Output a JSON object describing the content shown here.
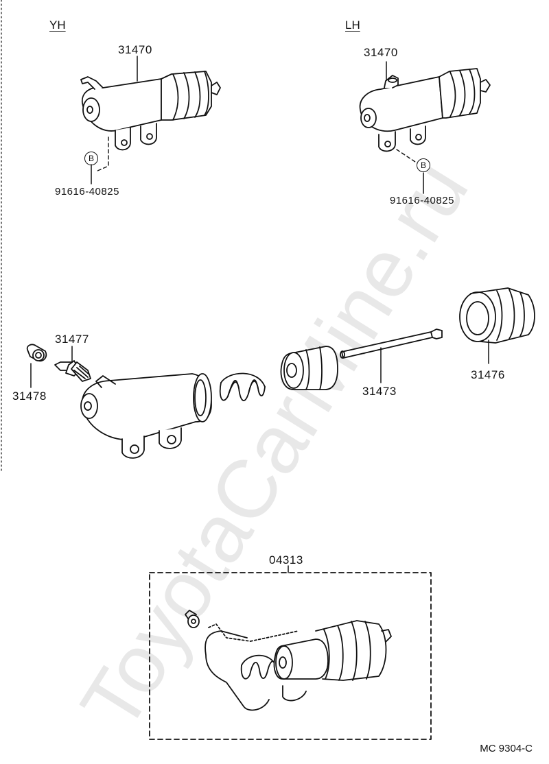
{
  "diagram": {
    "variants": {
      "yh": "YH",
      "lh": "LH"
    },
    "part_labels": {
      "cyl_yh": "31470",
      "cyl_lh": "31470",
      "bolt_yh": "91616-40825",
      "bolt_lh": "91616-40825",
      "bleeder_plug": "31477",
      "bleeder_cap": "31478",
      "push_rod": "31473",
      "boot": "31476",
      "kit": "04313"
    },
    "callout_letter": "B",
    "code": "MC  9304-C",
    "watermark": "ToyotaCarMine.ru"
  }
}
